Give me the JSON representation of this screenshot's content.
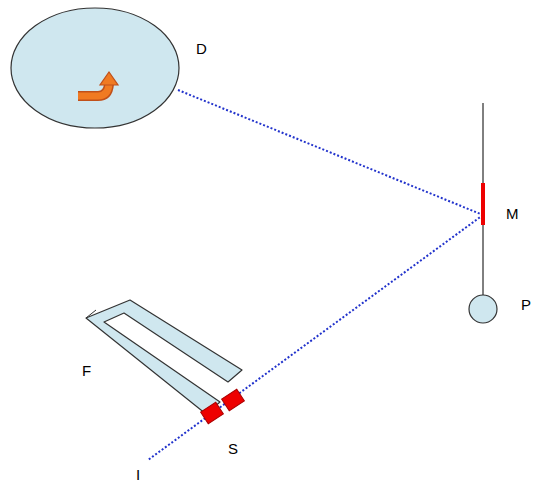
{
  "diagram": {
    "labels": [
      "D",
      "M",
      "P",
      "F",
      "S",
      "I"
    ]
  }
}
